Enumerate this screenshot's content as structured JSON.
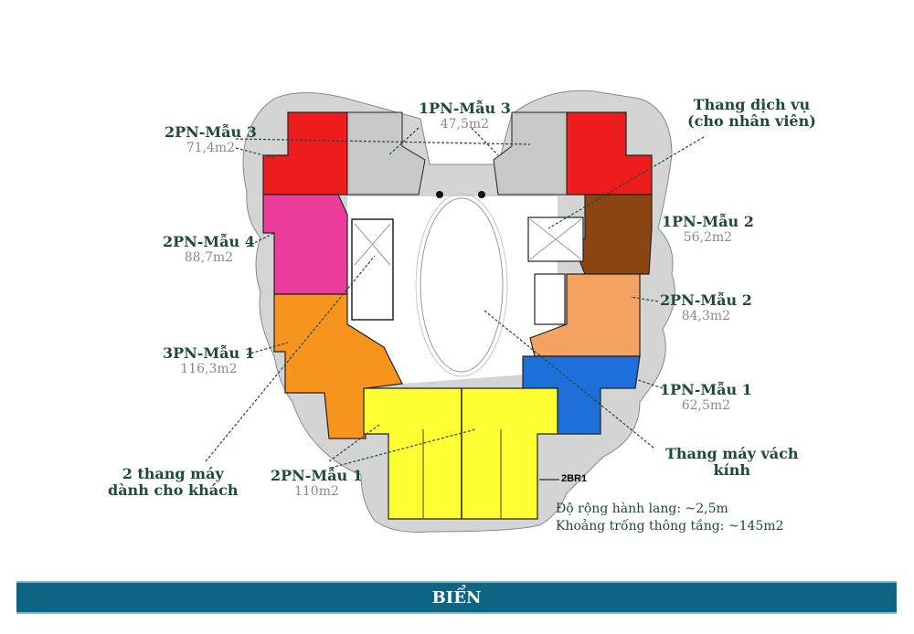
{
  "colors": {
    "unit_2pn_mau3": "#ee1c1c",
    "unit_1pn_mau3": "#c8c8c8",
    "unit_2pn_mau4": "#ec3d9d",
    "unit_3pn_mau1": "#f7941d",
    "unit_2pn_mau1": "#ffff33",
    "unit_1pn_mau2": "#8b4513",
    "unit_2pn_mau2": "#f4a261",
    "unit_1pn_mau1": "#1e6fd9",
    "label_name": "#1d4a3a",
    "label_area": "#8a8a8a",
    "banner_bg": "#0d6583"
  },
  "units": [
    {
      "id": "2pn-mau3",
      "name": "2PN-Mẫu 3",
      "area": "71,4m2"
    },
    {
      "id": "1pn-mau3",
      "name": "1PN-Mẫu 3",
      "area": "47,5m2"
    },
    {
      "id": "2pn-mau4",
      "name": "2PN-Mẫu 4",
      "area": "88,7m2"
    },
    {
      "id": "3pn-mau1",
      "name": "3PN-Mẫu 1",
      "area": "116,3m2"
    },
    {
      "id": "2pn-mau1",
      "name": "2PN-Mẫu 1",
      "area": "110m2"
    },
    {
      "id": "1pn-mau2",
      "name": "1PN-Mẫu 2",
      "area": "56,2m2"
    },
    {
      "id": "2pn-mau2",
      "name": "2PN-Mẫu 2",
      "area": "84,3m2"
    },
    {
      "id": "1pn-mau1",
      "name": "1PN-Mẫu 1",
      "area": "62,5m2"
    }
  ],
  "annotations": {
    "service_elevator": [
      "Thang dịch vụ",
      "(cho nhân viên)"
    ],
    "guest_elevators": [
      "2 thang máy",
      "dành cho khách"
    ],
    "glass_elevator": [
      "Thang máy vách",
      "kính"
    ],
    "unit_tag": "2BR1",
    "corridor_width": "Độ rộng hành lang: ~2,5m",
    "atrium_void": "Khoảng trống thông tầng: ~145m2"
  },
  "banner": {
    "label": "BIỂN"
  }
}
